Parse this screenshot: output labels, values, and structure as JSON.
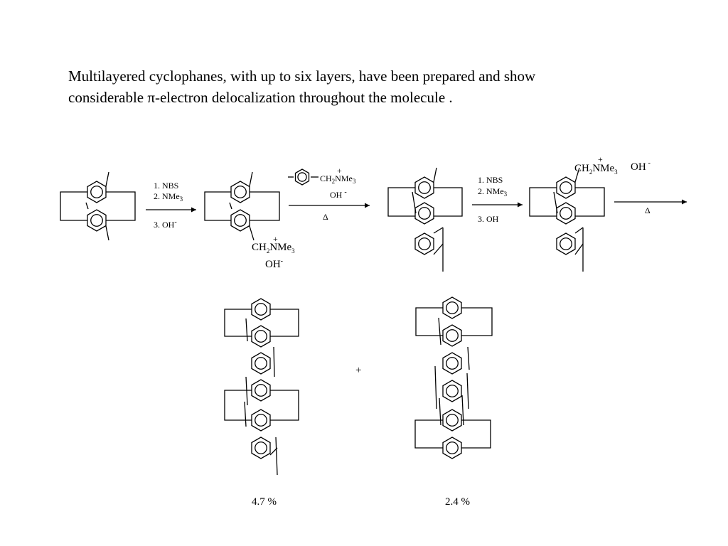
{
  "intro": {
    "line1": "Multilayered cyclophanes, with up to six layers, have been prepared and show",
    "line2": "considerable π-electron delocalization throughout the molecule ."
  },
  "step1": {
    "reagent1": "1. NBS",
    "reagent2": "2. NMe",
    "reagent2_sub": "3",
    "reagent3": "3. OH",
    "reagent3_sup": "-"
  },
  "intermediate1": {
    "ch": "CH",
    "ch_sub": "2",
    "nme": "NMe",
    "nme_sub": "3",
    "plus": "+",
    "counter_ion": "OH",
    "counter_ion_sup": "-"
  },
  "step2": {
    "reagent_ch": "CH",
    "reagent_ch_sub": "2",
    "reagent_nme": "NMe",
    "reagent_nme_sub": "3",
    "reagent_plus": "+",
    "reagent_oh": "OH",
    "reagent_oh_sup": "-",
    "heat": "Δ"
  },
  "step3": {
    "reagent1": "1. NBS",
    "reagent2": "2. NMe",
    "reagent2_sub": "3",
    "reagent3": "3. OH"
  },
  "intermediate3": {
    "ch": "CH",
    "ch_sub": "2",
    "nme": "NMe",
    "nme_sub": "3",
    "plus": "+",
    "counter_ion": "OH",
    "counter_ion_sup": "-"
  },
  "step4": {
    "heat": "Δ"
  },
  "products": {
    "plus": "+",
    "yield1": "4.7 %",
    "yield2": "2.4 %"
  }
}
